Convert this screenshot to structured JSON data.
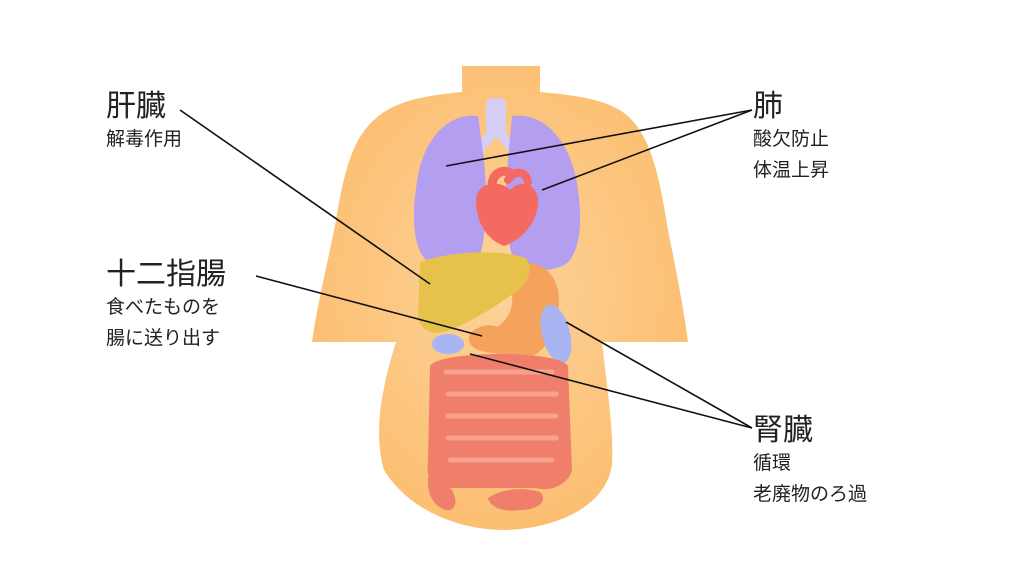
{
  "colors": {
    "skin": "#fcbc6c",
    "lung": "#b49ef0",
    "heart": "#f56a60",
    "liver": "#e6c24a",
    "stomach": "#f4a25c",
    "intestine": "#ef7f6a",
    "kidney": "#a9b4f3",
    "trachea": "#d6cdf5",
    "leader_line": "#111111",
    "text": "#222222"
  },
  "labels": {
    "liver": {
      "name": "肝臓",
      "lines": [
        "解毒作用"
      ]
    },
    "lung": {
      "name": "肺",
      "lines": [
        "酸欠防止",
        "体温上昇"
      ]
    },
    "duodenum": {
      "name": "十二指腸",
      "lines": [
        "食べたものを",
        "腸に送り出す"
      ]
    },
    "kidney": {
      "name": "腎臓",
      "lines": [
        "循環",
        "老廃物のろ過"
      ]
    }
  }
}
